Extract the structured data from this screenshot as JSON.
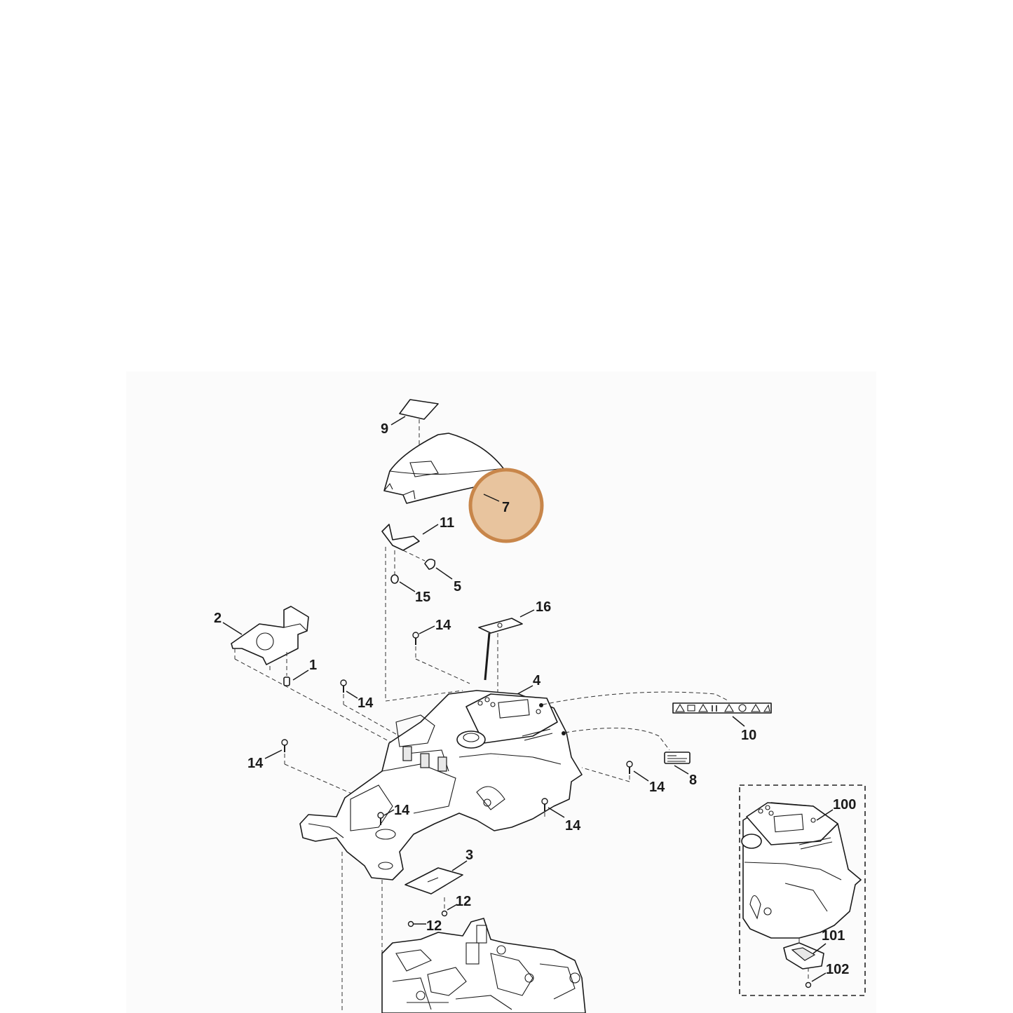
{
  "highlight": {
    "label": "7",
    "fill": "#e8c49e",
    "stroke": "#c8864a"
  },
  "callouts": {
    "c9": "9",
    "c7": "7",
    "c11": "11",
    "c5": "5",
    "c15": "15",
    "c16": "16",
    "c2": "2",
    "c1": "1",
    "c14": "14",
    "c4": "4",
    "c10": "10",
    "c8": "8",
    "c3": "3",
    "c12": "12",
    "c100": "100",
    "c101": "101",
    "c102": "102"
  },
  "icons": {
    "warning_strip": "warning-pictogram-strip-icon",
    "rating_plate": "rating-plate-icon",
    "screw": "screw-icon"
  }
}
